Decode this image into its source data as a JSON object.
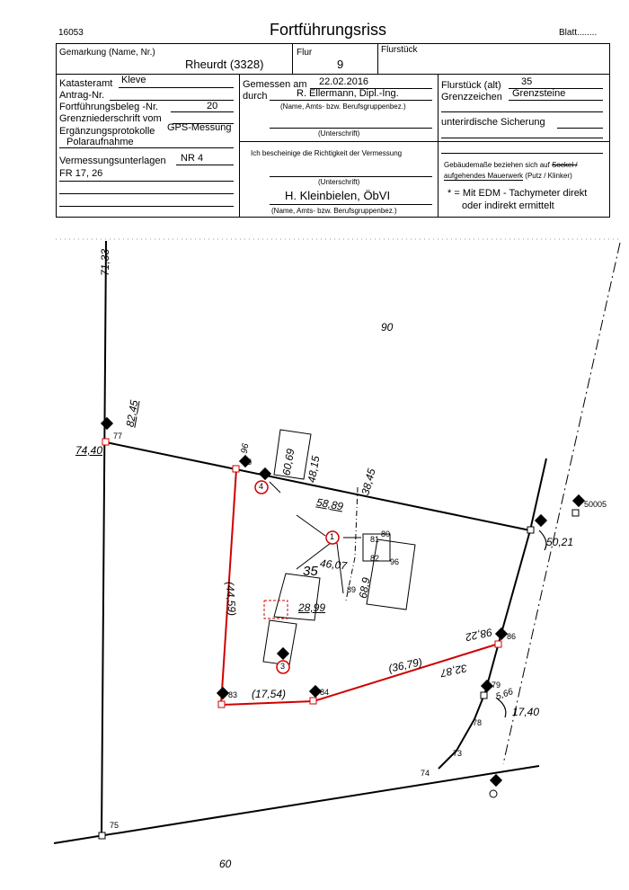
{
  "header": {
    "number": "16053",
    "title": "Fortführungsriss",
    "sheet": "Blatt........"
  },
  "row1": {
    "gemarkung_label": "Gemarkung (Name, Nr.)",
    "gemarkung_value": "Rheurdt (3328)",
    "flur_label": "Flur",
    "flur_value": "9",
    "flurstueck_label": "Flurstück"
  },
  "left": {
    "katasteramt_label": "Katasteramt",
    "katasteramt_value": "Kleve",
    "antrag_label": "Antrag-Nr.",
    "beleg_label": "Fortführungsbeleg -Nr.",
    "beleg_value": "20",
    "grenz_label": "Grenzniederschrift vom",
    "ergaenz_label": "Ergänzungsprotokolle",
    "ergaenz_value": "GPS-Messung",
    "polar_value": "Polaraufnahme",
    "vermessung_label": "Vermessungsunterlagen",
    "vermessung_value": "NR 4",
    "fr_value": "FR 17, 26"
  },
  "middle": {
    "gemessen_label": "Gemessen am",
    "gemessen_value": "22.02.2016",
    "durch_label": "durch",
    "durch_value": "R. Ellermann, Dipl.-Ing.",
    "name_caption": "(Name, Amts- bzw. Berufsgruppenbez.)",
    "unterschrift": "(Unterschrift)",
    "bescheinige": "Ich bescheinige die Richtigkeit der Vermessung",
    "unterschrift2": "(Unterschrift)",
    "oebvi": "H. Kleinbielen, ÖbVI",
    "name_caption2": "(Name, Amts- bzw. Berufsgruppenbez.)"
  },
  "right": {
    "flurstueck_alt_label": "Flurstück (alt)",
    "flurstueck_alt_value": "35",
    "grenzzeichen_label": "Grenzzeichen",
    "grenzzeichen_value": "Grenzsteine",
    "sicherung_label": "unterirdische Sicherung",
    "gebaeude_1": "Gebäudemaße beziehen sich auf",
    "gebaeude_sockel": "Sockel /",
    "gebaeude_2": "aufgehendes Mauerwerk",
    "gebaeude_3": "(Putz / Klinker)",
    "edm_1": "* = Mit EDM - Tachymeter direkt",
    "edm_2": "oder indirekt ermittelt"
  },
  "drawing": {
    "parcel_labels": [
      "90",
      "60"
    ],
    "point_numbers": [
      "77",
      "85",
      "81",
      "80",
      "96",
      "89",
      "82",
      "86",
      "78",
      "73",
      "74",
      "75",
      "83",
      "84",
      "79",
      "50005"
    ],
    "station_numbers": [
      "1",
      "3",
      "4"
    ],
    "measures": [
      "71,33",
      "82,45",
      "74,40",
      "96",
      "60,69",
      "48,15",
      "38,45",
      "58,89",
      "35",
      "46,07",
      "(44,59)",
      "28,99",
      "(17,54)",
      "(36,79)",
      "32,87",
      "98,22",
      "50,21",
      "17,40",
      "5,66",
      "68,9"
    ],
    "colors": {
      "boundary": "#d00000",
      "ink": "#000000"
    }
  }
}
